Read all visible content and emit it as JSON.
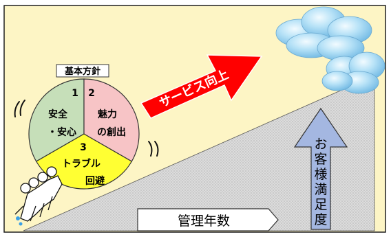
{
  "pie": {
    "title": "基本方針",
    "segments": [
      {
        "number": "1",
        "line1": "安全",
        "line2": "・安心",
        "color": "#c6dfb9"
      },
      {
        "number": "2",
        "line1": "魅力",
        "line2": "の創出",
        "color": "#f7c4c6"
      },
      {
        "number": "3",
        "line1": "トラブル",
        "line2": "回避",
        "color": "#ffff33"
      }
    ]
  },
  "arrows": {
    "service_label": "サービス向上",
    "service_color": "#ff0000",
    "years_label": "管理年数",
    "satisfaction_chars": [
      "お",
      "客",
      "様",
      "満",
      "足",
      "度"
    ],
    "satisfaction_color": "#a4b7e1"
  },
  "colors": {
    "background": "#fdf5c5",
    "slope": "#d9d9d9",
    "cloud": "#9fd4f2",
    "border": "#1f1f1f"
  }
}
